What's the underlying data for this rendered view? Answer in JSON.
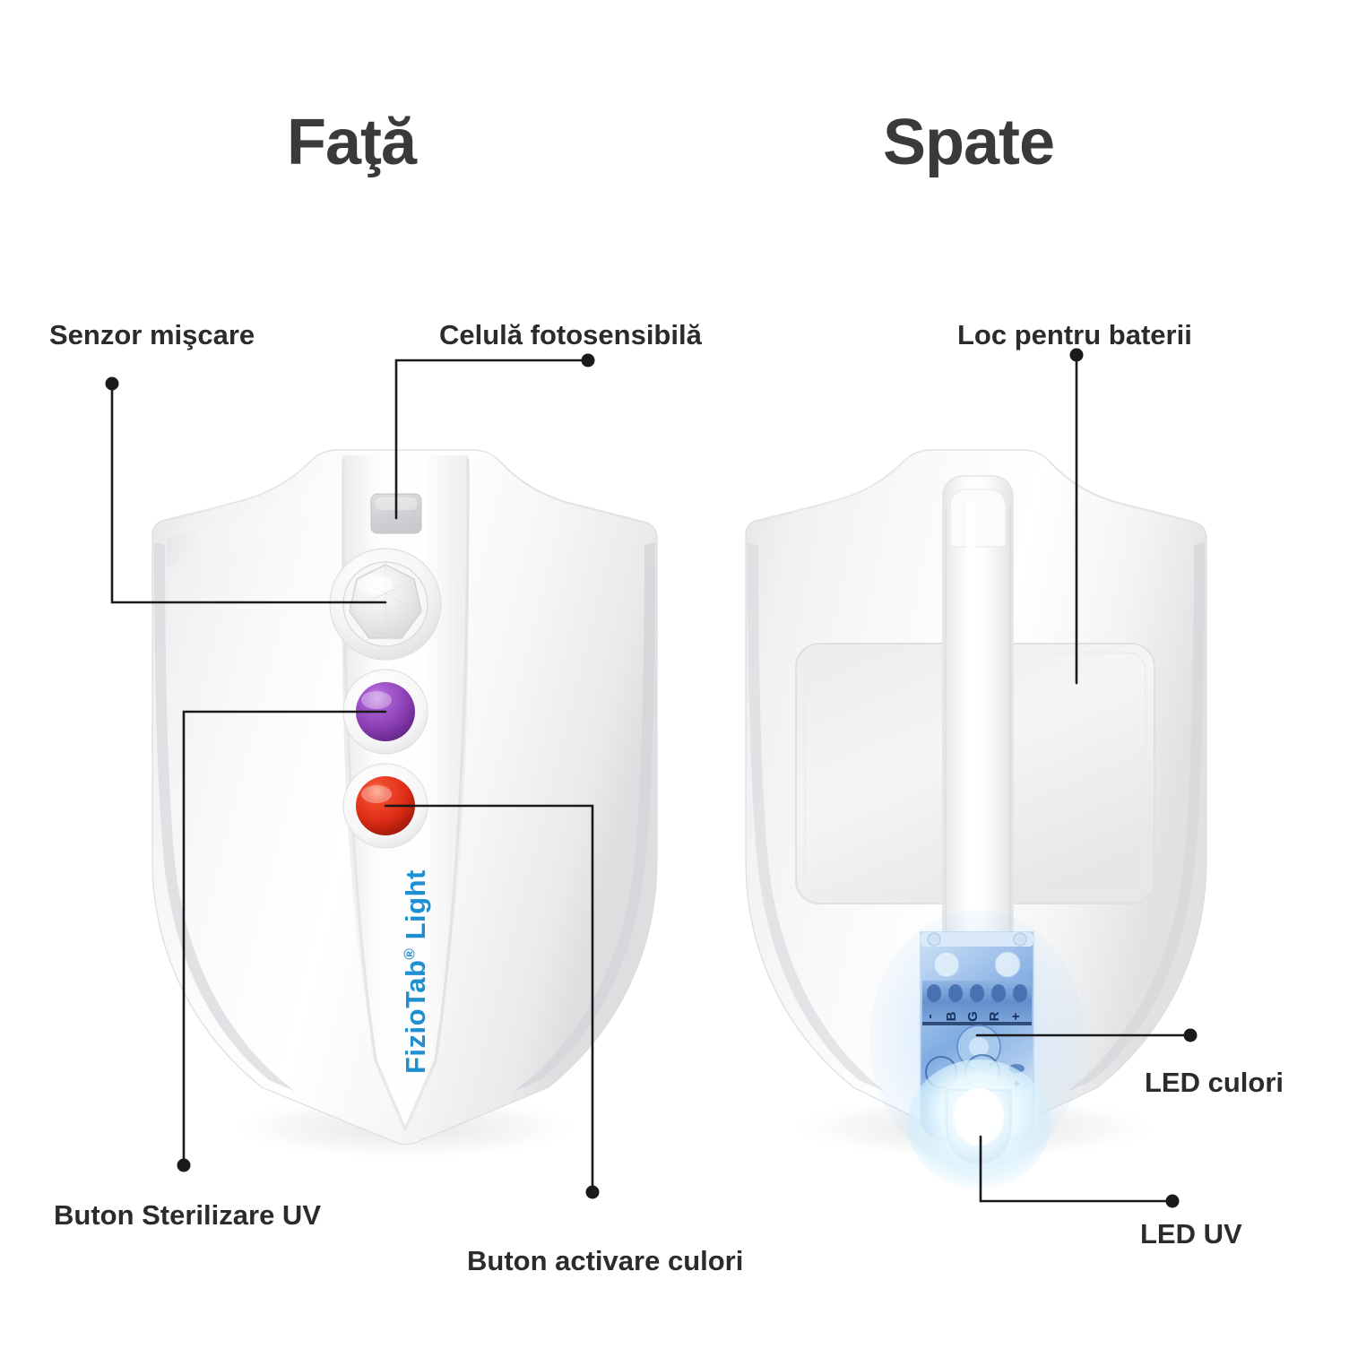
{
  "page": {
    "background": "#ffffff",
    "label_color": "#2b2b2b",
    "title_color": "#3a3a3a",
    "brand_color": "#1e90d2",
    "leader_color": "#1a1a1a"
  },
  "titles": {
    "front": "Faţă",
    "back": "Spate"
  },
  "front_view": {
    "brand_name": "FizioTab",
    "brand_reg": "®",
    "brand_suffix": "Light",
    "brand_full": "FizioTab® Light",
    "callouts": [
      {
        "id": "senzor-miscare",
        "label": "Senzor mişcare"
      },
      {
        "id": "celula-foto",
        "label": "Celulă fotosensibilă"
      },
      {
        "id": "buton-steril-uv",
        "label": "Buton Sterilizare UV"
      },
      {
        "id": "buton-culori",
        "label": "Buton activare culori"
      }
    ],
    "components": {
      "photocell_color": "#d9dadc",
      "motion_sensor_color": "#f0f0f0",
      "uv_button_color": "#8c3fb5",
      "color_button_color": "#de2d16",
      "body_color": "#f2f2f2"
    }
  },
  "back_view": {
    "callouts": [
      {
        "id": "loc-baterii",
        "label": "Loc pentru baterii"
      },
      {
        "id": "led-culori",
        "label": "LED culori"
      },
      {
        "id": "led-uv",
        "label": "LED UV"
      }
    ],
    "pcb_markings": [
      "-",
      "B",
      "G",
      "R",
      "+"
    ],
    "components": {
      "battery_door_color": "#ededed",
      "strap_color": "#f6f6f6",
      "led_module_color": "#9fc2e8",
      "uv_led_glow_color": "#dff2fb",
      "body_color": "#f2f2f2"
    }
  }
}
